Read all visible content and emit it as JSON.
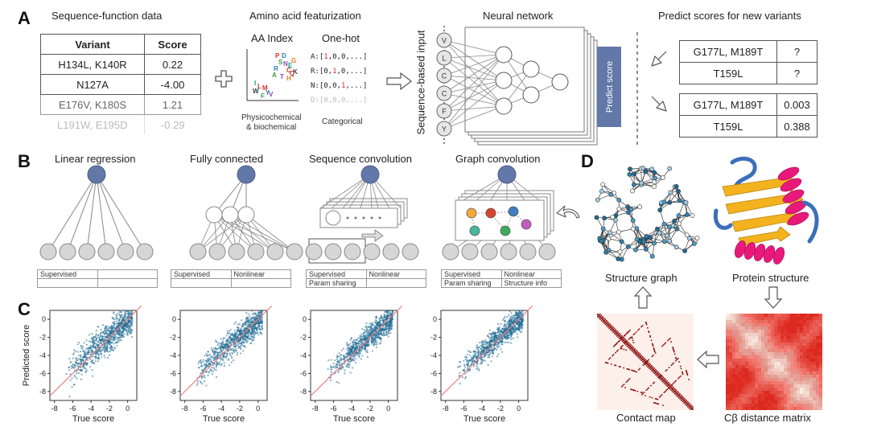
{
  "panels": {
    "a": "A",
    "b": "B",
    "c": "C",
    "d": "D"
  },
  "a": {
    "data_title": "Sequence-function data",
    "table_headers": [
      "Variant",
      "Score"
    ],
    "table_rows": [
      {
        "variant": "H134L, K140R",
        "score": "0.22"
      },
      {
        "variant": "N127A",
        "score": "-4.00"
      },
      {
        "variant": "E176V, K180S",
        "score": "1.21"
      },
      {
        "variant": "L191W, E195D",
        "score": "-0.29"
      }
    ],
    "featurization_title": "Amino acid featurization",
    "aa_index_title": "AA Index",
    "aa_index_caption_1": "Physicochemical",
    "aa_index_caption_2": "& biochemical",
    "onehot_title": "One-hot",
    "onehot_caption": "Categorical",
    "onehot_rows": [
      {
        "aa": "A",
        "pre": ":[",
        "hi": "1",
        "post": ",0,0,...]",
        "hi_pos": 0
      },
      {
        "aa": "R",
        "pre": ":[0,",
        "hi": "1",
        "post": ",0,...]",
        "hi_pos": 1
      },
      {
        "aa": "N",
        "pre": ":[0,0,",
        "hi": "1",
        "post": ",...]",
        "hi_pos": 2
      },
      {
        "aa": "D",
        "pre": ":[0,0,0,...]",
        "hi": "",
        "post": "",
        "hi_pos": -1
      }
    ],
    "aa_letters": [
      "P",
      "D",
      "S",
      "N",
      "G",
      "E",
      "C",
      "K",
      "Q",
      "R",
      "A",
      "T",
      "H",
      "I",
      "L",
      "W",
      "M",
      "Y",
      "F",
      "V"
    ],
    "nn_title": "Neural network",
    "nn_input_label": "Sequence-based input",
    "nn_inputs": [
      "V",
      "L",
      "C",
      "C",
      "F",
      "Y"
    ],
    "predict_score_label": "Predict score",
    "predict_title": "Predict scores for new variants",
    "predict_in": [
      {
        "variant": "G177L, M189T",
        "score": "?"
      },
      {
        "variant": "T159L",
        "score": "?"
      }
    ],
    "predict_out": [
      {
        "variant": "G177L, M189T",
        "score": "0.003"
      },
      {
        "variant": "T159L",
        "score": "0.388"
      }
    ]
  },
  "b": {
    "models": [
      {
        "title": "Linear regression",
        "tags": [
          [
            "Supervised",
            ""
          ],
          [
            "",
            ""
          ]
        ]
      },
      {
        "title": "Fully connected",
        "tags": [
          [
            "Supervised",
            "Nonlinear"
          ],
          [
            "",
            ""
          ]
        ]
      },
      {
        "title": "Sequence convolution",
        "tags": [
          [
            "Supervised",
            "Nonlinear"
          ],
          [
            "Param sharing",
            ""
          ]
        ]
      },
      {
        "title": "Graph convolution",
        "tags": [
          [
            "Supervised",
            "Nonlinear"
          ],
          [
            "Param sharing",
            "Structure info"
          ]
        ]
      }
    ]
  },
  "c": {
    "colors": {
      "points": "#1f6b93",
      "diagonal": "#f08080"
    },
    "chart_data": [
      {
        "type": "scatter",
        "xlabel": "True score",
        "ylabel": "Predicted score",
        "xlim": [
          -8.5,
          1
        ],
        "ylim": [
          -9,
          1
        ],
        "xticks": [
          -8,
          -6,
          -4,
          -2,
          0
        ],
        "yticks": [
          0,
          -2,
          -4,
          -6,
          -8
        ],
        "spread": 1.0
      },
      {
        "type": "scatter",
        "xlabel": "True score",
        "ylabel": "",
        "xlim": [
          -8.5,
          1
        ],
        "ylim": [
          -9,
          1
        ],
        "xticks": [
          -8,
          -6,
          -4,
          -2,
          0
        ],
        "yticks": [
          0,
          -2,
          -4,
          -6,
          -8
        ],
        "spread": 0.85
      },
      {
        "type": "scatter",
        "xlabel": "True score",
        "ylabel": "",
        "xlim": [
          -8.5,
          1
        ],
        "ylim": [
          -9,
          1
        ],
        "xticks": [
          -8,
          -6,
          -4,
          -2,
          0
        ],
        "yticks": [
          0,
          -2,
          -4,
          -6,
          -8
        ],
        "spread": 0.8
      },
      {
        "type": "scatter",
        "xlabel": "True score",
        "ylabel": "",
        "xlim": [
          -8.5,
          1
        ],
        "ylim": [
          -9,
          1
        ],
        "xticks": [
          -8,
          -6,
          -4,
          -2,
          0
        ],
        "yticks": [
          0,
          -2,
          -4,
          -6,
          -8
        ],
        "spread": 0.75
      }
    ]
  },
  "d": {
    "structure_graph_label": "Structure graph",
    "protein_structure_label": "Protein structure",
    "contact_map_label": "Contact map",
    "distance_matrix_label": "Cβ distance matrix"
  }
}
